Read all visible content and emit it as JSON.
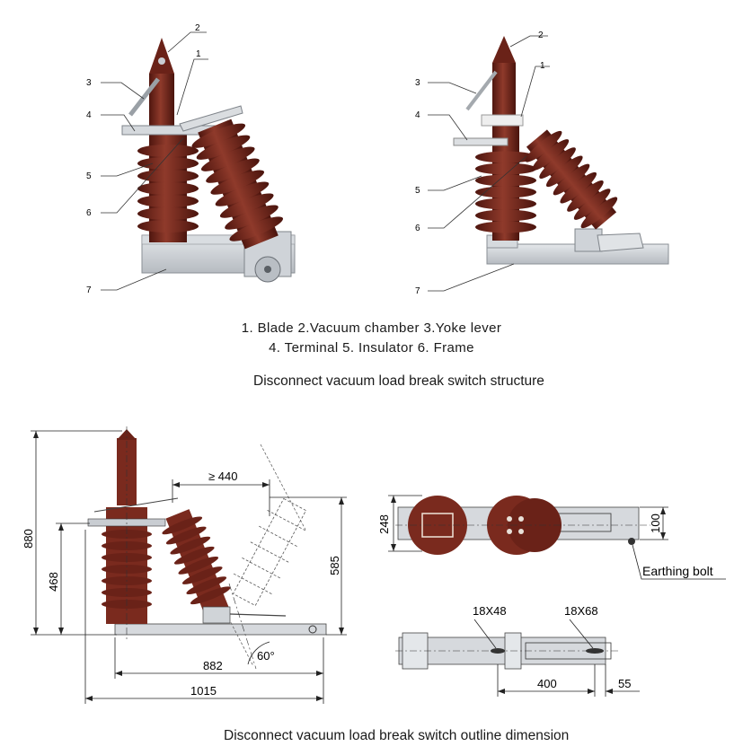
{
  "top_left_callouts": [
    "1",
    "2",
    "3",
    "4",
    "5",
    "6",
    "7"
  ],
  "top_right_callouts": [
    "1",
    "2",
    "3",
    "4",
    "5",
    "6",
    "7"
  ],
  "legend": {
    "line1": "1. Blade  2.Vacuum chamber  3.Yoke lever",
    "line2": "4. Terminal  5. Insulator 6. Frame"
  },
  "structure_caption": "Disconnect vacuum load break switch structure",
  "outline_caption": "Disconnect vacuum load break switch outline dimension",
  "dimensions": {
    "h880": "880",
    "h468": "468",
    "h585": "585",
    "w440": "≥ 440",
    "w882": "882",
    "w1015": "1015",
    "angle60": "60°",
    "h248": "248",
    "h100": "100",
    "slot1": "18X48",
    "slot2": "18X68",
    "w400": "400",
    "w55": "55",
    "earthing": "Earthing bolt"
  },
  "colors": {
    "porcelain": "#7a2a1e",
    "porcelain_dark": "#4f160f",
    "steel": "#c9cdd2",
    "line": "#222222"
  }
}
